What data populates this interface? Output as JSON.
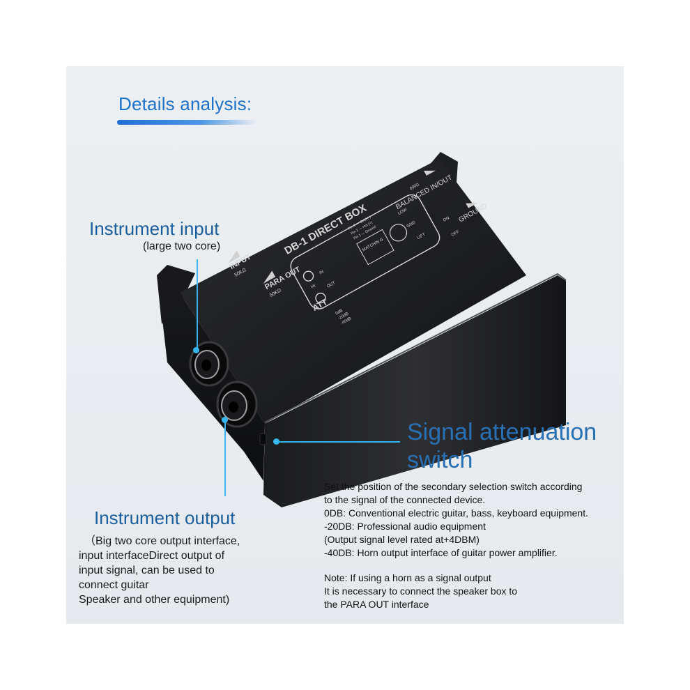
{
  "heading": "Details analysis:",
  "instrument_input": {
    "title": "Instrument input",
    "subtitle": "(large two core)"
  },
  "instrument_output": {
    "title": "Instrument output",
    "desc": [
      "（Big two core output interface,",
      "input interfaceDirect output of",
      "input signal, can be used to",
      "connect guitar",
      "Speaker and other equipment)"
    ]
  },
  "signal_switch": {
    "title_line1": "Signal attenuation",
    "title_line2": "switch",
    "desc": [
      "Set the position of the secondary selection switch according",
      "to the signal of the connected device.",
      "0DB: Conventional electric guitar, bass, keyboard equipment.",
      "-20DB: Professional audio equipment",
      "(Output signal level rated at+4DBM)",
      "-40DB: Horn output interface of guitar power amplifier."
    ],
    "note": [
      "Note: If using a horn as a signal output",
      "It is necessary to connect the speaker box to",
      "the PARA OUT interface"
    ]
  },
  "device": {
    "name": "DB-1  DIRECT BOX",
    "label_input": "INPUT",
    "label_para_out": "PARA OUT",
    "label_att": "ATT",
    "label_balanced": "BALANCED IN/OUT",
    "label_ground": "GROUND",
    "label_matching": "MATCHIN G",
    "label_low": "LOW",
    "label_gnd": "GND",
    "label_lift": "LIFT",
    "label_hi": "HI",
    "label_in": "IN",
    "label_out": "OUT",
    "label_on": "ON",
    "label_off": "OFF",
    "label_600": "600Ω",
    "label_50k_in": "50KΩ",
    "label_50k_out": "50KΩ",
    "att_levels": [
      "0dB",
      "-20dB",
      "-40dB"
    ],
    "pins": [
      "Pin 1 — Ground",
      "Pin 2 — Hot (+)",
      "Pin 3 — Cold (-)"
    ]
  },
  "colors": {
    "heading": "#1d73c9",
    "callout": "#35b6ee",
    "title_blue": "#1b5f9e",
    "signal_blue": "#2870b4",
    "device_body": "#1c1d20"
  }
}
